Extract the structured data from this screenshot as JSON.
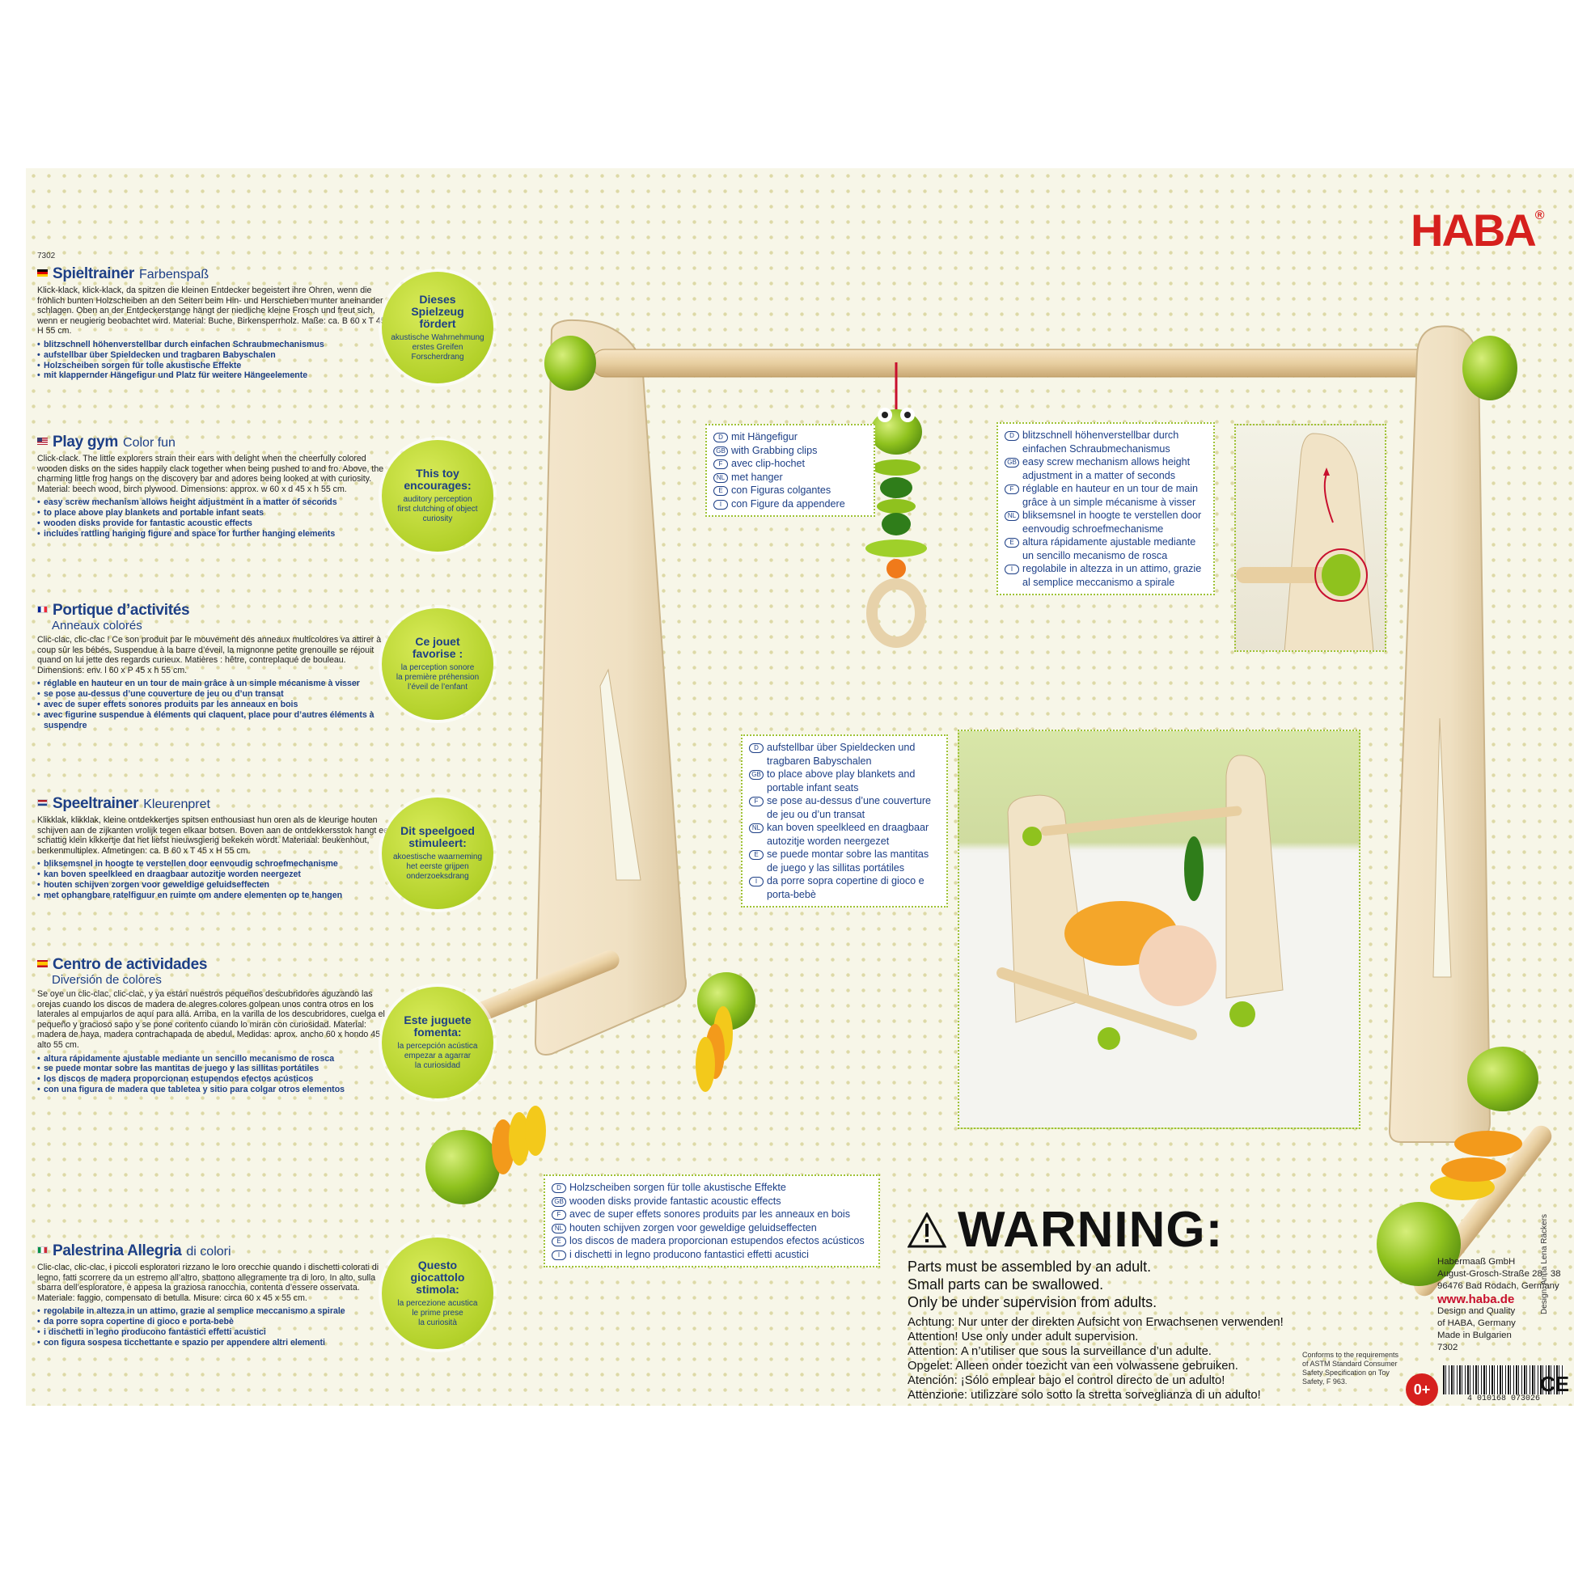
{
  "brand": {
    "logo": "HABA",
    "registered": "®"
  },
  "item_number": "7302",
  "sections": [
    {
      "flag": "de",
      "title": "Spieltrainer",
      "subtitle": "Farbenspaß",
      "description": "Klick-klack, klick-klack, da spitzen die kleinen Entdecker begeistert ihre Ohren, wenn die fröhlich bunten Holzscheiben an den Seiten beim Hin- und Herschieben munter aneinander schlagen. Oben an der Entdeckerstange hängt der niedliche kleine Frosch und freut sich, wenn er neugierig beobachtet wird. Material: Buche, Birkensperrholz. Maße: ca. B 60 x T 45 x H 55 cm.",
      "bullets": [
        "blitzschnell höhenverstellbar durch einfachen Schraubmechanismus",
        "aufstellbar über Spieldecken und tragbaren Babyschalen",
        "Holzscheiben sorgen für tolle akustische Effekte",
        "mit klappernder Hängefigur und Platz für weitere Hängeelemente"
      ],
      "bubble_title": "Dieses Spielzeug fördert",
      "bubble_items": [
        "akustische Wahrnehmung",
        "erstes Greifen",
        "Forscherdrang"
      ]
    },
    {
      "flag": "us",
      "title": "Play gym",
      "subtitle": "Color fun",
      "description": "Click-clack. The little explorers strain their ears with delight when the cheerfully colored wooden disks on the sides happily clack together when being pushed to and fro. Above, the charming little frog hangs on the discovery bar and adores being looked at with curiosity. Material: beech wood, birch plywood. Dimensions: approx. w 60 x d 45 x h 55 cm.",
      "bullets": [
        "easy screw mechanism allows height adjustment in a matter of seconds",
        "to place above play blankets and portable infant seats",
        "wooden disks provide for fantastic acoustic effects",
        "includes rattling hanging figure and space for further hanging elements"
      ],
      "bubble_title": "This toy encourages:",
      "bubble_items": [
        "auditory perception",
        "first clutching of object",
        "curiosity"
      ]
    },
    {
      "flag": "fr",
      "title": "Portique d’activités",
      "subtitle": "Anneaux colorés",
      "description": "Clic-clac, clic-clac ! Ce son produit par le mouvement des anneaux multicolores va attirer à coup sûr les bébés. Suspendue à la barre d’éveil, la mignonne petite grenouille se réjouit quand on lui jette des regards curieux. Matières : hêtre, contreplaqué de bouleau. Dimensions: env. l 60 x P 45 x h 55 cm.",
      "bullets": [
        "réglable en hauteur en un tour de main grâce à un simple mécanisme à visser",
        "se pose au-dessus d’une couverture de jeu ou d’un transat",
        "avec de super effets sonores produits par les anneaux en bois",
        "avec figurine suspendue à éléments qui claquent, place pour d’autres éléments à suspendre"
      ],
      "bubble_title": "Ce jouet favorise :",
      "bubble_items": [
        "la perception sonore",
        "la première préhension",
        "l’éveil de l’enfant"
      ]
    },
    {
      "flag": "nl",
      "title": "Speeltrainer",
      "subtitle": "Kleurenpret",
      "description": "Klikklak, klikklak, kleine ontdekkertjes spitsen enthousiast hun oren als de kleurige houten schijven aan de zijkanten vrolijk tegen elkaar botsen. Boven aan de ontdekkersstok hangt een schattig klein kikkertje dat het liefst nieuwsgierig bekeken wordt. Materiaal: beukenhout, berkenmultiplex. Afmetingen: ca. B 60 x T 45 x H 55 cm.",
      "bullets": [
        "bliksemsnel in hoogte te verstellen door eenvoudig schroefmechanisme",
        "kan boven speelkleed en draagbaar autozitje worden neergezet",
        "houten schijven zorgen voor geweldige geluidseffecten",
        "met ophangbare ratelfiguur en ruimte om andere elementen op te hangen"
      ],
      "bubble_title": "Dit speelgoed stimuleert:",
      "bubble_items": [
        "akoestische waarneming",
        "het eerste grijpen",
        "onderzoeksdrang"
      ]
    },
    {
      "flag": "es",
      "title": "Centro de actividades",
      "subtitle": "Diversión de colores",
      "description": "Se oye un clic-clac, clic-clac, y ya están nuestros pequeños descubridores aguzando las orejas cuando los discos de madera de alegres colores golpean unos contra otros en los laterales al empujarlos de aquí para allá. Arriba, en la varilla de los descubridores, cuelga el pequeño y gracioso sapo y se pone contento cuando lo miran con curiosidad. Material: madera de haya, madera contrachapada de abedul. Medidas: aprox. ancho 60 x hondo 45 x alto 55 cm.",
      "bullets": [
        "altura rápidamente ajustable mediante un sencillo mecanismo de rosca",
        "se puede montar sobre las mantitas de juego y las sillitas portátiles",
        "los discos de madera proporcionan estupendos efectos acústicos",
        "con una figura de madera que tabletea y sitio para colgar otros elementos"
      ],
      "bubble_title": "Este juguete fomenta:",
      "bubble_items": [
        "la percepción acústica",
        "empezar a agarrar",
        "la curiosidad"
      ]
    },
    {
      "flag": "it",
      "title": "Palestrina Allegria",
      "subtitle": "di colori",
      "description": "Clic-clac, clic-clac, i piccoli esploratori rizzano le loro orecchie quando i dischetti colorati di legno, fatti scorrere da un estremo all’altro, sbattono allegramente tra di loro. In alto, sulla sbarra dell’esploratore, è appesa la graziosa ranocchia, contenta d’essere osservata. Materiale: faggio, compensato di betulla. Misure: circa 60 x 45 x 55 cm.",
      "bullets": [
        "regolabile in altezza in un attimo, grazie al semplice meccanismo a spirale",
        "da porre sopra copertine di gioco e porta-bebè",
        "i dischetti in legno producono fantastici effetti acustici",
        "con figura sospesa ticchettante e spazio per appendere altri elementi"
      ],
      "bubble_title": "Questo giocattolo stimola:",
      "bubble_items": [
        "la percezione acustica",
        "le prime prese",
        "la curiosità"
      ]
    }
  ],
  "callouts": {
    "hanging": [
      {
        "code": "D",
        "text": "mit Hängefigur"
      },
      {
        "code": "GB",
        "text": "with Grabbing clips"
      },
      {
        "code": "F",
        "text": "avec clip-hochet"
      },
      {
        "code": "NL",
        "text": "met hanger"
      },
      {
        "code": "E",
        "text": "con Figuras colgantes"
      },
      {
        "code": "I",
        "text": "con Figure da appendere"
      }
    ],
    "height": [
      {
        "code": "D",
        "text": "blitzschnell höhenverstellbar durch einfachen Schraubmechanismus"
      },
      {
        "code": "GB",
        "text": "easy screw mechanism allows height adjustment in a matter of seconds"
      },
      {
        "code": "F",
        "text": "réglable en hauteur en un tour de main grâce à un simple mécanisme à visser"
      },
      {
        "code": "NL",
        "text": "bliksemsnel in hoogte te verstellen door eenvoudig schroefmechanisme"
      },
      {
        "code": "E",
        "text": "altura rápidamente ajustable mediante un sencillo mecanismo de rosca"
      },
      {
        "code": "I",
        "text": "regolabile in altezza in un attimo, grazie al semplice meccanismo a spirale"
      }
    ],
    "placement": [
      {
        "code": "D",
        "text": "aufstellbar über Spieldecken und tragbaren Babyschalen"
      },
      {
        "code": "GB",
        "text": "to place above play blankets and portable infant seats"
      },
      {
        "code": "F",
        "text": "se pose au-dessus d’une couverture de jeu ou d’un transat"
      },
      {
        "code": "NL",
        "text": "kan boven speelkleed en draagbaar autozitje worden neergezet"
      },
      {
        "code": "E",
        "text": "se puede montar sobre las mantitas de juego y las sillitas portátiles"
      },
      {
        "code": "I",
        "text": "da porre sopra copertine di gioco e porta-bebè"
      }
    ],
    "disks": [
      {
        "code": "D",
        "text": "Holzscheiben sorgen für tolle akustische Effekte"
      },
      {
        "code": "GB",
        "text": "wooden disks provide fantastic acoustic effects"
      },
      {
        "code": "F",
        "text": "avec de super effets sonores produits par les anneaux en bois"
      },
      {
        "code": "NL",
        "text": "houten schijven zorgen voor geweldige geluidseffecten"
      },
      {
        "code": "E",
        "text": "los discos de madera proporcionan estupendos efectos acústicos"
      },
      {
        "code": "I",
        "text": "i dischetti in legno producono fantastici effetti acustici"
      }
    ]
  },
  "warning": {
    "title": "WARNING:",
    "lines": [
      "Parts must be assembled by an adult.",
      "Small parts can be swallowed.",
      "Only be under supervision from adults."
    ],
    "multilingual": [
      "Achtung: Nur unter der direkten Aufsicht von Erwachsenen verwenden!",
      "Attention! Use only under adult supervision.",
      "Attention: A n’utiliser que sous la surveillance d’un adulte.",
      "Opgelet: Alleen onder toezicht van een volwassene gebruiken.",
      "Atención: ¡Sólo emplear bajo el control directo de un adulto!",
      "Attenzione: utilizzare solo sotto la stretta sorveglianza di un adulto!"
    ]
  },
  "company": {
    "lines": [
      "Habermaaß GmbH",
      "August-Grosch-Straße 28 - 38",
      "96476 Bad Rodach, Germany"
    ],
    "url": "www.haba.de",
    "quality": [
      "Design and Quality",
      "of HABA, Germany",
      "Made in Bulgarien",
      "7302"
    ]
  },
  "conformity": "Conforms to the requirements of ASTM Standard Consumer Safety Specification on Toy Safety, F 963.",
  "age_badge": "0+",
  "ce_mark": "CE",
  "barcode": "4 010168 073026",
  "designer": "Design: Anna Lena Räckers",
  "colors": {
    "accent_green": "#9fc235",
    "title_blue": "#1d3f86",
    "haba_red": "#d6201d"
  }
}
